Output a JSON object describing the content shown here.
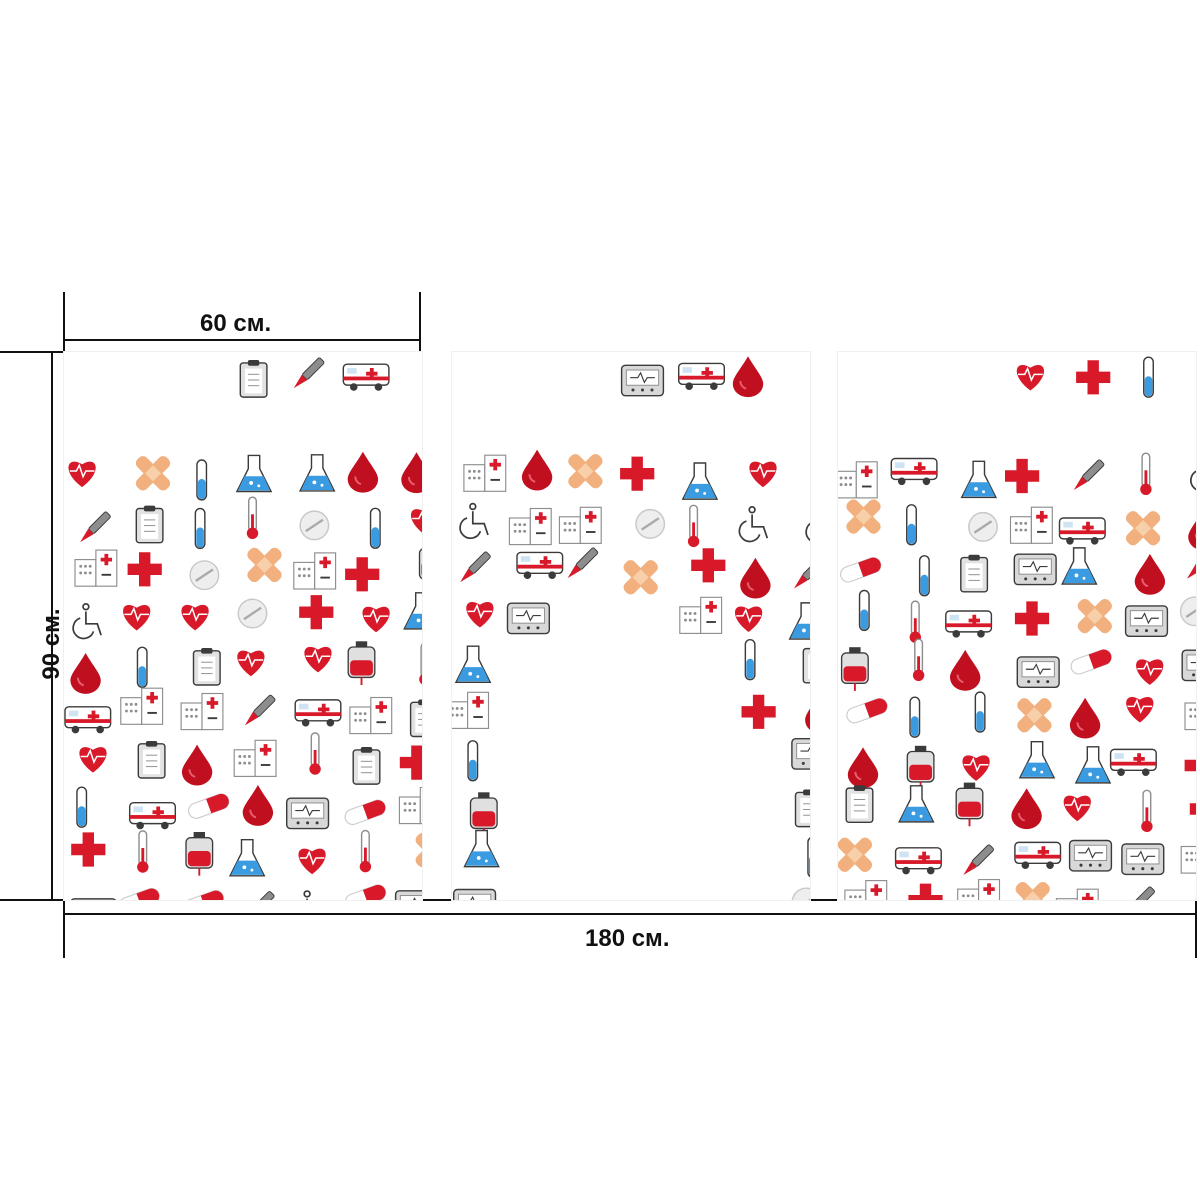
{
  "dimensions": {
    "panel_width_label": "60 см.",
    "total_width_label": "180 см.",
    "height_label": "90 см."
  },
  "colors": {
    "red": "#d7192a",
    "blue": "#3a9be0",
    "bandage": "#f2b07e",
    "gray": "#8d8d8d",
    "dark": "#3b3b3b"
  },
  "panels": [
    {
      "name": "panel-left",
      "pattern": "medical-icons"
    },
    {
      "name": "panel-center",
      "pattern": "medical-icons-with-blank-center"
    },
    {
      "name": "panel-right",
      "pattern": "medical-icons"
    }
  ],
  "icon_types": [
    "heart-icon",
    "plus-icon",
    "pill-icon",
    "tablet-icon",
    "test-tube-icon",
    "thermometer-icon",
    "flask-icon",
    "ambulance-icon",
    "monitor-icon",
    "clipboard-icon",
    "bandage-icon",
    "blood-drop-icon",
    "wheelchair-icon",
    "hospital-icon",
    "scalpel-icon",
    "blood-bag-icon"
  ]
}
